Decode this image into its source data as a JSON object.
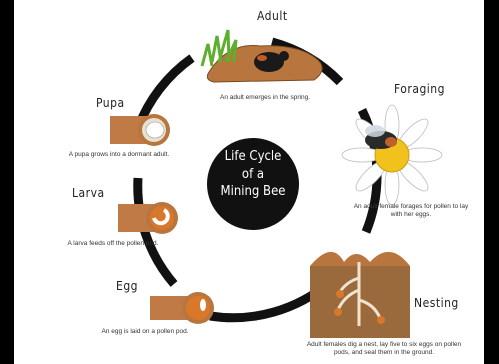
{
  "center": {
    "line1": "Life Cycle",
    "line2": "of a",
    "line3": "Mining Bee"
  },
  "stages": {
    "adult": {
      "label": "Adult",
      "caption": "An adult emerges in the spring."
    },
    "foraging": {
      "label": "Foraging",
      "caption": "An adult female forages for pollen to lay with her eggs."
    },
    "nesting": {
      "label": "Nesting",
      "caption": "Adult females dig a nest, lay five to six eggs on pollen pods, and seal them in the ground."
    },
    "egg": {
      "label": "Egg",
      "caption": "An egg is laid on a pollen pod."
    },
    "larva": {
      "label": "Larva",
      "caption": "A larva feeds off the pollen pod."
    },
    "pupa": {
      "label": "Pupa",
      "caption": "A pupa grows into a dormant adult."
    }
  },
  "colors": {
    "ring": "#111111",
    "soil": "#b8763e",
    "pod": "#d9772b",
    "daisy_center": "#f2c21c",
    "grass": "#5fae2e"
  }
}
